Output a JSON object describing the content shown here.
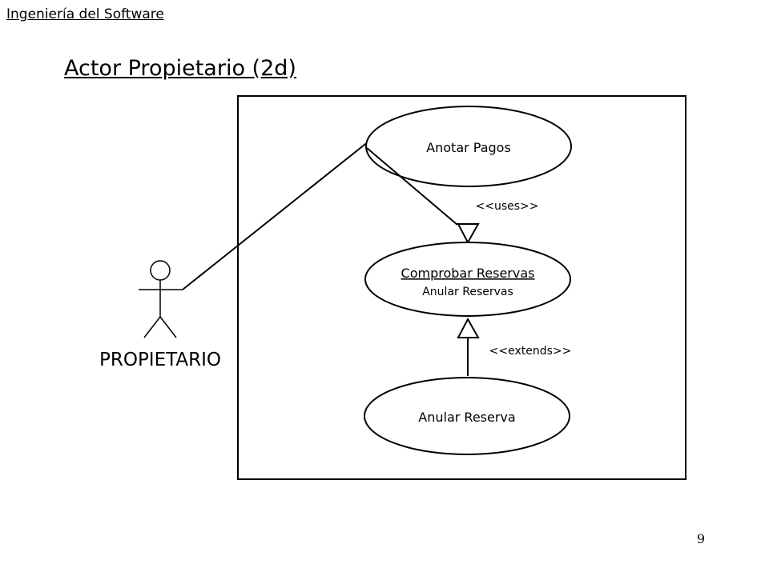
{
  "header": {
    "course": "Ingeniería del Software"
  },
  "slide": {
    "title": "Actor Propietario (2d)",
    "page_number": "9"
  },
  "diagram": {
    "actor": {
      "name": "PROPIETARIO"
    },
    "use_cases": {
      "anotar_pagos": "Anotar Pagos",
      "comprobar_reservas": "Comprobar Reservas",
      "comprobar_reservas_sub": "Anular Reservas",
      "anular_reserva": "Anular Reserva"
    },
    "relations": {
      "uses": "<<uses>>",
      "extends": "<<extends>>"
    }
  }
}
